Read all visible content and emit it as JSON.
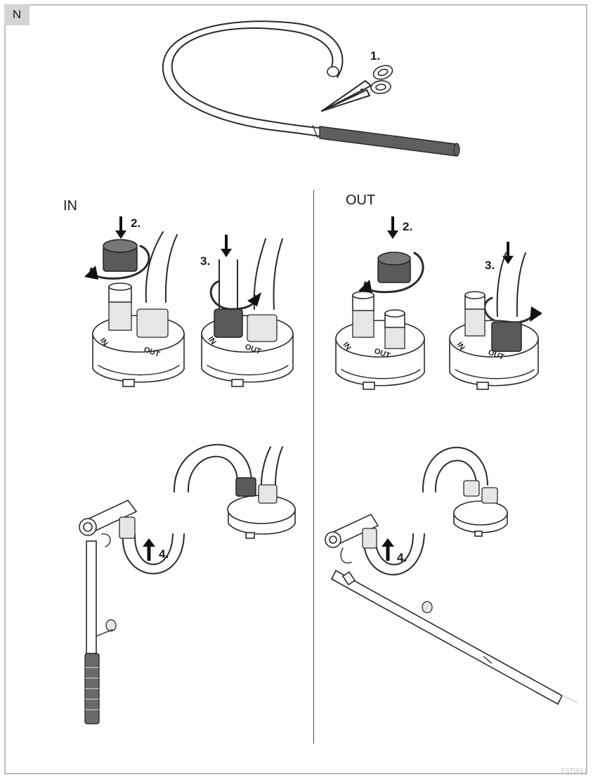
{
  "section_tag": "N",
  "panels": {
    "in_label": "IN",
    "out_label": "OUT"
  },
  "steps": {
    "cut": "1.",
    "in_cap": "2.",
    "in_hose": "3.",
    "in_connect": "4.",
    "out_cap": "2.",
    "out_hose": "3.",
    "out_connect": "4."
  },
  "connector_labels": {
    "in": "IN",
    "out": "OUT"
  },
  "figure_code": "FST0017"
}
